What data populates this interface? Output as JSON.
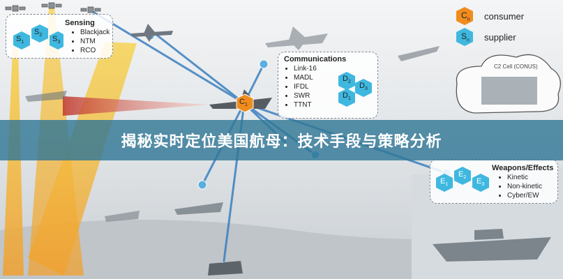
{
  "colors": {
    "consumer": "#f08c1e",
    "supplier": "#3fb8e0",
    "link": "#3a7fc0",
    "banner": "#3278a0"
  },
  "legend": {
    "consumer_symbol": "C",
    "consumer_sub": "n",
    "consumer_label": "consumer",
    "supplier_symbol": "S",
    "supplier_sub": "n",
    "supplier_label": "supplier"
  },
  "sensing": {
    "title": "Sensing",
    "items": [
      "Blackjack",
      "NTM",
      "RCO"
    ],
    "nodes": [
      {
        "s": "S",
        "sub": "1"
      },
      {
        "s": "S",
        "sub": "2"
      },
      {
        "s": "S",
        "sub": "3"
      }
    ]
  },
  "communications": {
    "title": "Communications",
    "items": [
      "Link-16",
      "MADL",
      "IFDL",
      "SWR",
      "TTNT"
    ],
    "nodes": [
      {
        "s": "D",
        "sub": "2"
      },
      {
        "s": "D",
        "sub": "3"
      },
      {
        "s": "D",
        "sub": "1"
      }
    ]
  },
  "weapons": {
    "title": "Weapons/Effects",
    "items": [
      "Kinetic",
      "Non-kinetic",
      "Cyber/EW"
    ],
    "nodes": [
      {
        "s": "E",
        "sub": "1"
      },
      {
        "s": "E",
        "sub": "2"
      },
      {
        "s": "E",
        "sub": "3"
      }
    ]
  },
  "consumer_node": {
    "s": "C",
    "sub": "1"
  },
  "c2_label": "C2 Cell (CONUS)",
  "banner": {
    "title": "揭秘实时定位美国航母：技术手段与策略分析"
  }
}
